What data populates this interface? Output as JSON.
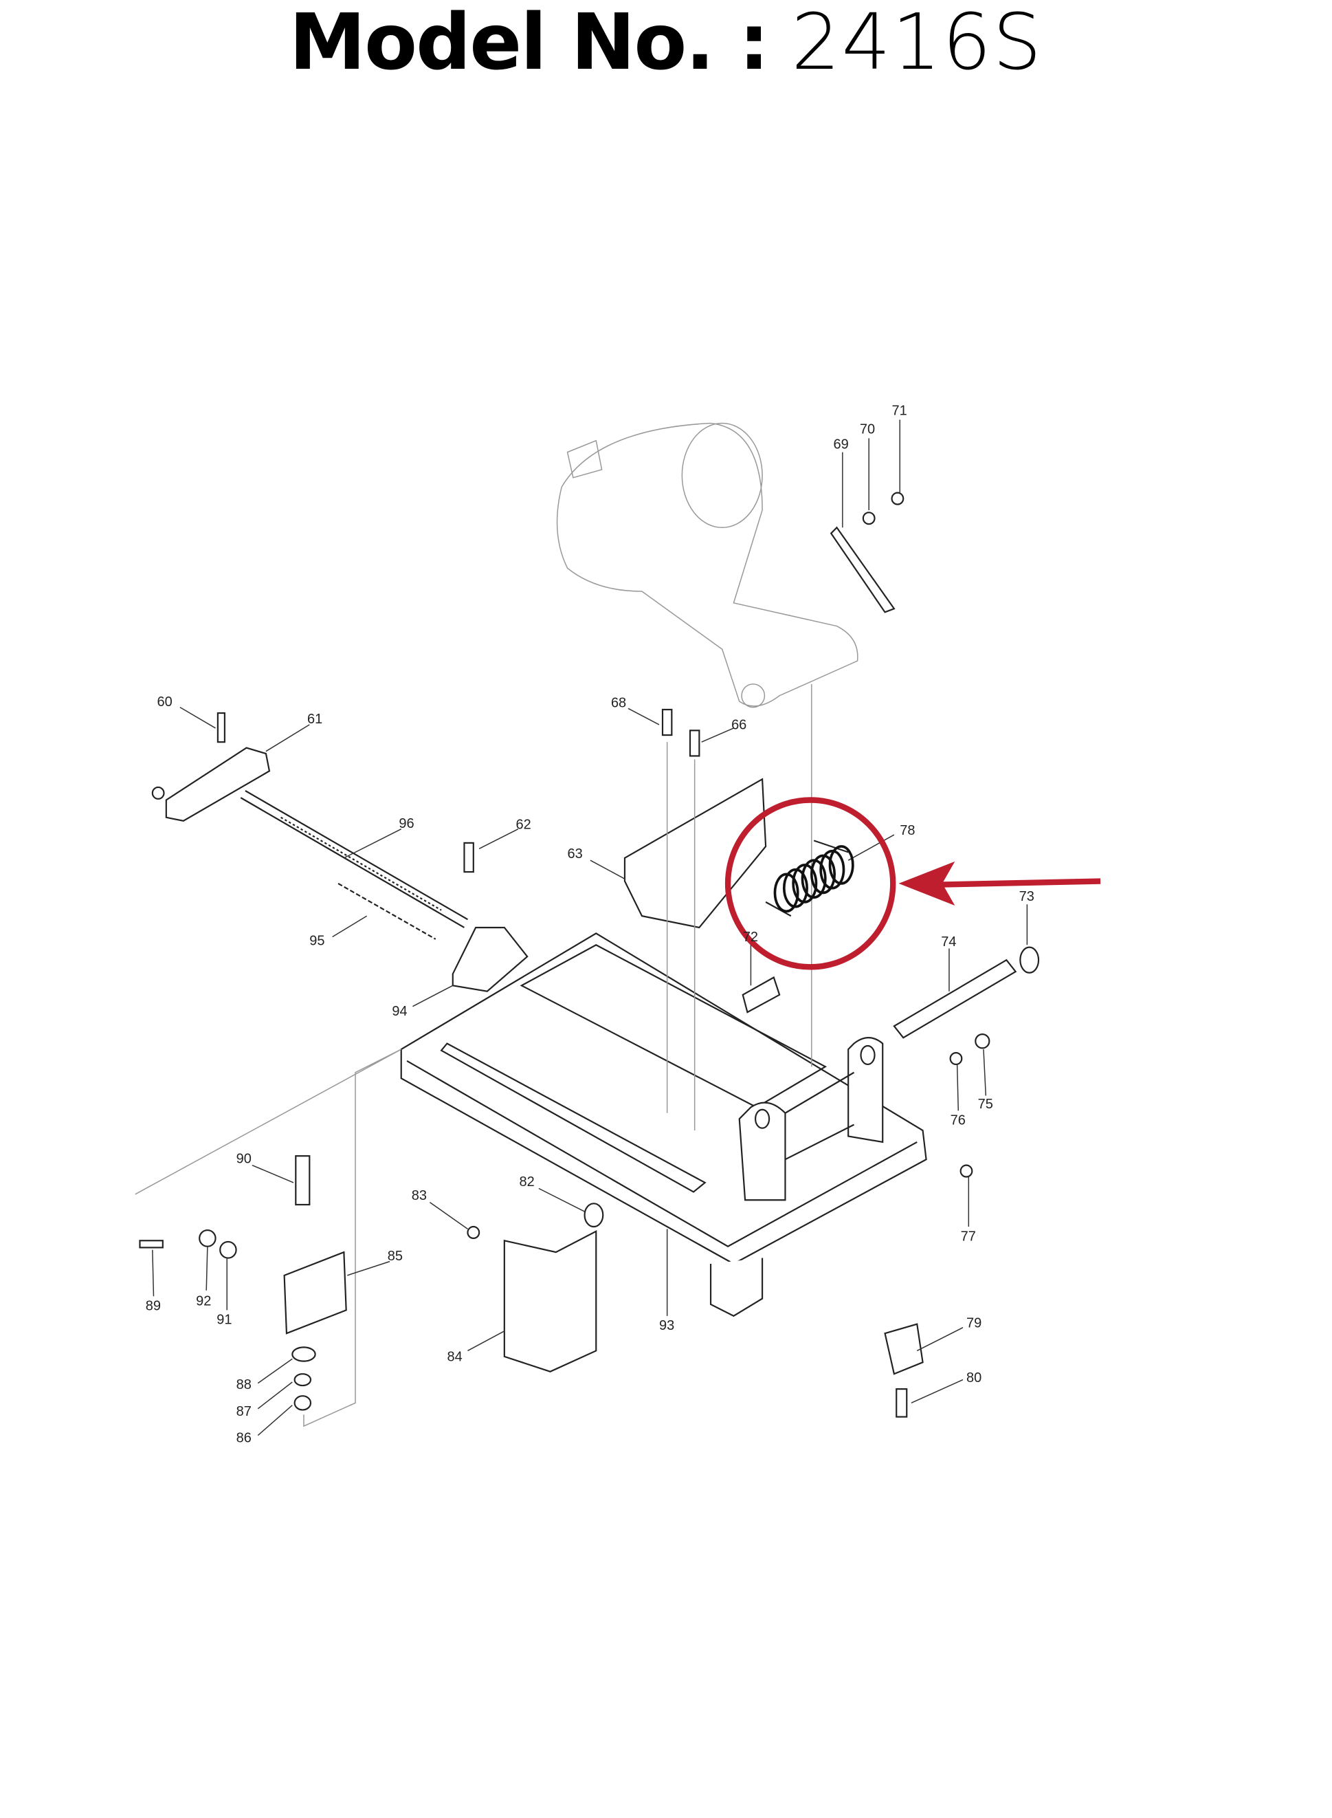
{
  "title": {
    "prefix": "Model No. :",
    "model": "2416S"
  },
  "highlight": {
    "part": "78",
    "color": "#be1e2d",
    "arrow": "arrow-left-icon"
  },
  "labels": {
    "p60": "60",
    "p61": "61",
    "p62": "62",
    "p63": "63",
    "p66": "66",
    "p68": "68",
    "p69": "69",
    "p70": "70",
    "p71": "71",
    "p72": "72",
    "p73": "73",
    "p74": "74",
    "p75": "75",
    "p76": "76",
    "p77": "77",
    "p78": "78",
    "p79": "79",
    "p80": "80",
    "p82": "82",
    "p83": "83",
    "p84": "84",
    "p85": "85",
    "p86": "86",
    "p87": "87",
    "p88": "88",
    "p89": "89",
    "p90": "90",
    "p91": "91",
    "p92": "92",
    "p93": "93",
    "p94": "94",
    "p95": "95",
    "p96": "96"
  }
}
